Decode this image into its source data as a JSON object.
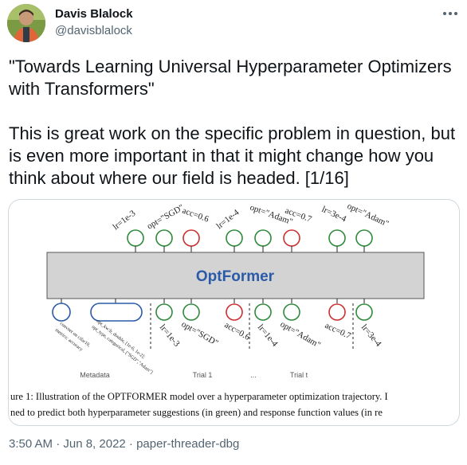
{
  "author": {
    "display_name": "Davis Blalock",
    "handle": "@davisblalock",
    "avatar_icon": "person-photo-icon",
    "more_icon": "more-horizontal-icon"
  },
  "tweet": {
    "text": "\"Towards Learning Universal Hyperparameter Optimizers with Transformers\"\n\nThis is great work on the specific problem in question, but is even more important in that it might change how you think about where our field is headed. [1/16]",
    "timestamp": "3:50 AM · Jun 8, 2022 · paper-threader-dbg"
  },
  "figure": {
    "model_label": "OptFormer",
    "top_labels": [
      "lr=1e-3",
      "opt=\"SGD\"",
      "acc=0.6",
      "lr=1e-4",
      "opt=\"Adam\"",
      "acc=0.7",
      "lr=3e-4",
      "opt=\"Adam\""
    ],
    "bottom_labels": [
      "lr=1e-3",
      "opt=\"SGD\"",
      "acc=0.6",
      "lr=1e-4",
      "opt=\"Adam\"",
      "acc=0.7",
      "lr=3e-4"
    ],
    "metadata_text": [
      "opt_kw:lr, double, [1e-6, 1e-2];",
      "opt_type, categorical, [\"SGD\",\"Adam\"]",
      "convnet on cifar10,",
      "metrics: accuracy"
    ],
    "section_labels": [
      "Metadata",
      "Trial 1",
      "...",
      "Trial t"
    ],
    "caption_line1": "ure 1: Illustration of the OPTFORMER model over a hyperparameter optimization trajectory. I",
    "caption_line2": "ned to predict both hyperparameter suggestions (in green) and response function values (in re",
    "colors": {
      "green": "#2e8b3a",
      "red": "#cc3030",
      "blue": "#2a5aa8",
      "box": "#d3d3d3"
    }
  }
}
